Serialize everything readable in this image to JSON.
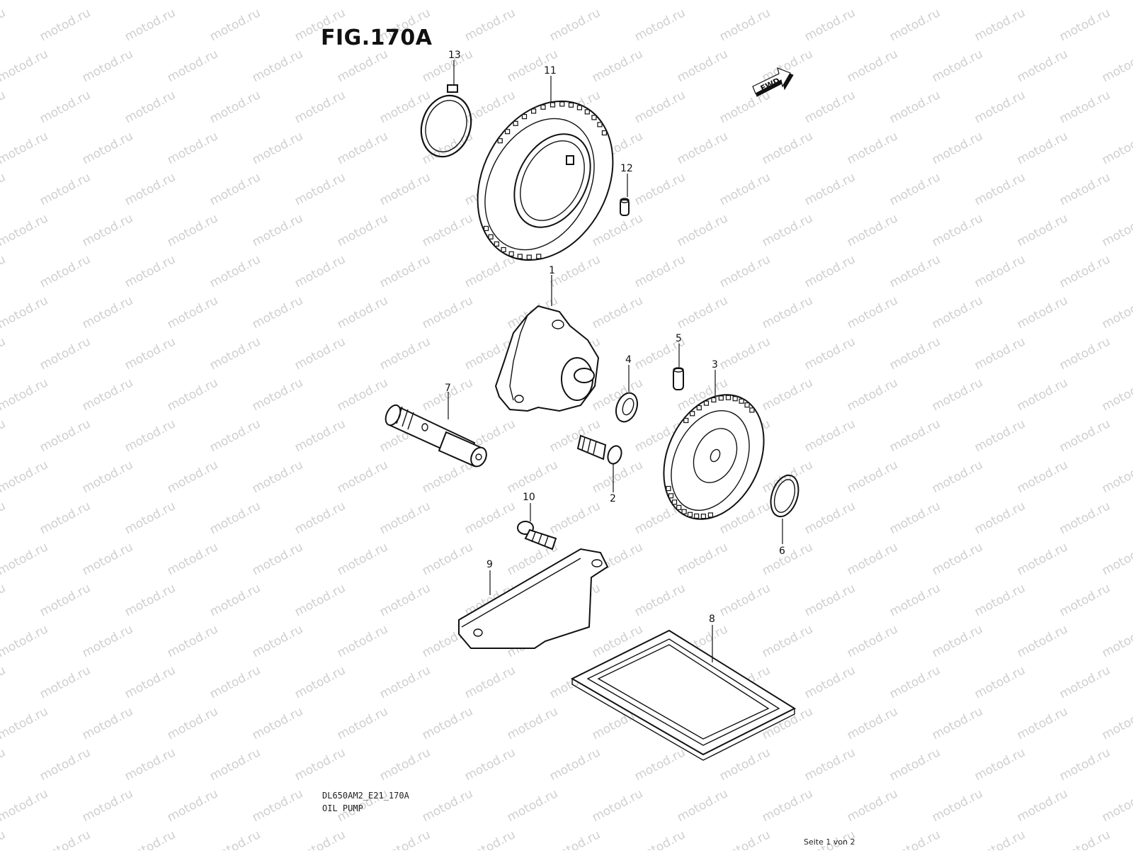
{
  "figure": {
    "title": "FIG.170A",
    "code": "DL650AM2_E21_170A",
    "subtitle": "OIL PUMP",
    "page_indicator": "Seite 1 von 2",
    "direction_label": "FWD"
  },
  "watermark": {
    "text": "motod.ru",
    "color": "#cfcfcf"
  },
  "callouts": [
    "1",
    "2",
    "3",
    "4",
    "5",
    "6",
    "7",
    "8",
    "9",
    "10",
    "11",
    "12",
    "13"
  ],
  "colors": {
    "line": "#111111",
    "background": "#ffffff"
  }
}
